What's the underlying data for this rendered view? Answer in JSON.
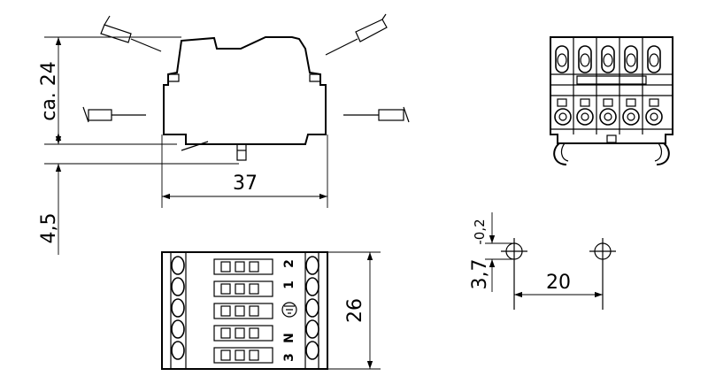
{
  "dimensions": {
    "height_approx": "ca. 24",
    "width_side": "37",
    "clearance": "4,5",
    "width_top": "26",
    "hole_diameter": "3,7",
    "hole_tolerance": "-0,2",
    "hole_spacing": "20"
  },
  "terminal_labels": {
    "top_row": [
      "1",
      "2"
    ],
    "bottom_row": [
      "3",
      "N"
    ]
  },
  "icons": [
    "wire-icon",
    "earth-ground-icon",
    "crosshair-hole-icon"
  ]
}
